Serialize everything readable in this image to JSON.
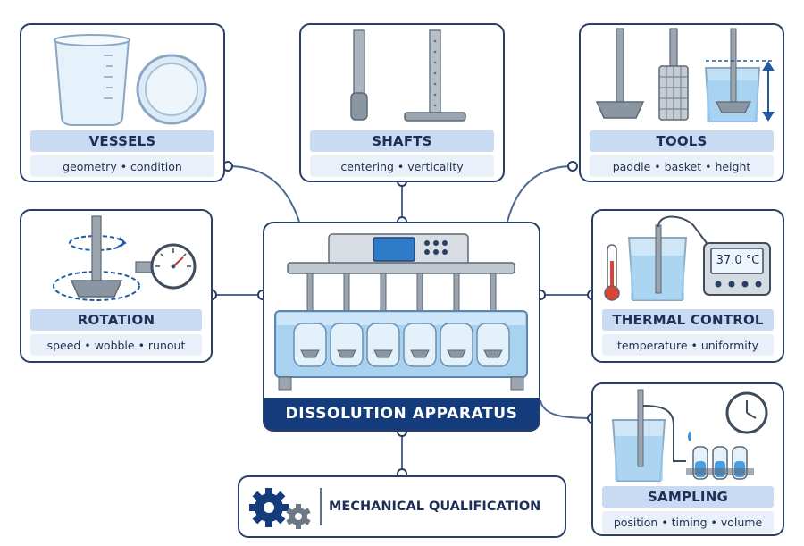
{
  "center": {
    "title": "DISSOLUTION APPARATUS"
  },
  "vessels": {
    "title": "VESSELS",
    "subtitle": "geometry • condition"
  },
  "shafts": {
    "title": "SHAFTS",
    "subtitle": "centering • verticality"
  },
  "tools": {
    "title": "TOOLS",
    "subtitle": "paddle • basket • height"
  },
  "rotation": {
    "title": "ROTATION",
    "subtitle": "speed • wobble • runout"
  },
  "thermal": {
    "title": "THERMAL CONTROL",
    "subtitle": "temperature • uniformity",
    "readout": "37.0 °C"
  },
  "sampling": {
    "title": "SAMPLING",
    "subtitle": "position • timing • volume"
  },
  "mechanical": {
    "title": "MECHANICAL QUALIFICATION"
  },
  "colors": {
    "navy": "#143c7c",
    "border": "#2a3f66",
    "label": "#c9daf3",
    "sublabel": "#e9f0fa",
    "connector": "#4d6894"
  },
  "icons": [
    "beaker-icon",
    "vessel-top-icon",
    "shaft-icon",
    "paddle-icon",
    "basket-icon",
    "height-arrow-icon",
    "rotation-arrow-icon",
    "gauge-icon",
    "thermometer-icon",
    "probe-icon",
    "controller-icon",
    "timer-icon",
    "sample-tubes-icon",
    "gear-icon"
  ]
}
